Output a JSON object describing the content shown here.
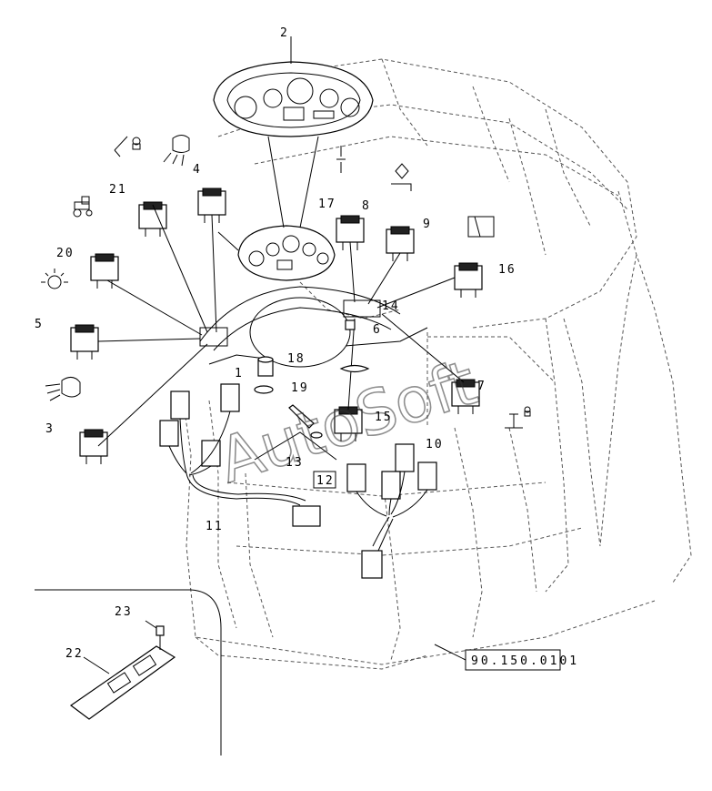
{
  "diagram": {
    "watermark": "AutoSoft",
    "reference_code": "90.150.0101",
    "callouts": {
      "c2": "2",
      "c4": "4",
      "c21": "21",
      "c20": "20",
      "c5": "5",
      "c3": "3",
      "c17": "17",
      "c8": "8",
      "c9": "9",
      "c16": "16",
      "c18": "18",
      "c19": "19",
      "c7": "7",
      "c15": "15",
      "c13": "13",
      "c12": "12",
      "c10": "10",
      "c11": "11",
      "c1": "1",
      "c6": "6",
      "c14": "14",
      "c23": "23",
      "c22": "22"
    }
  }
}
